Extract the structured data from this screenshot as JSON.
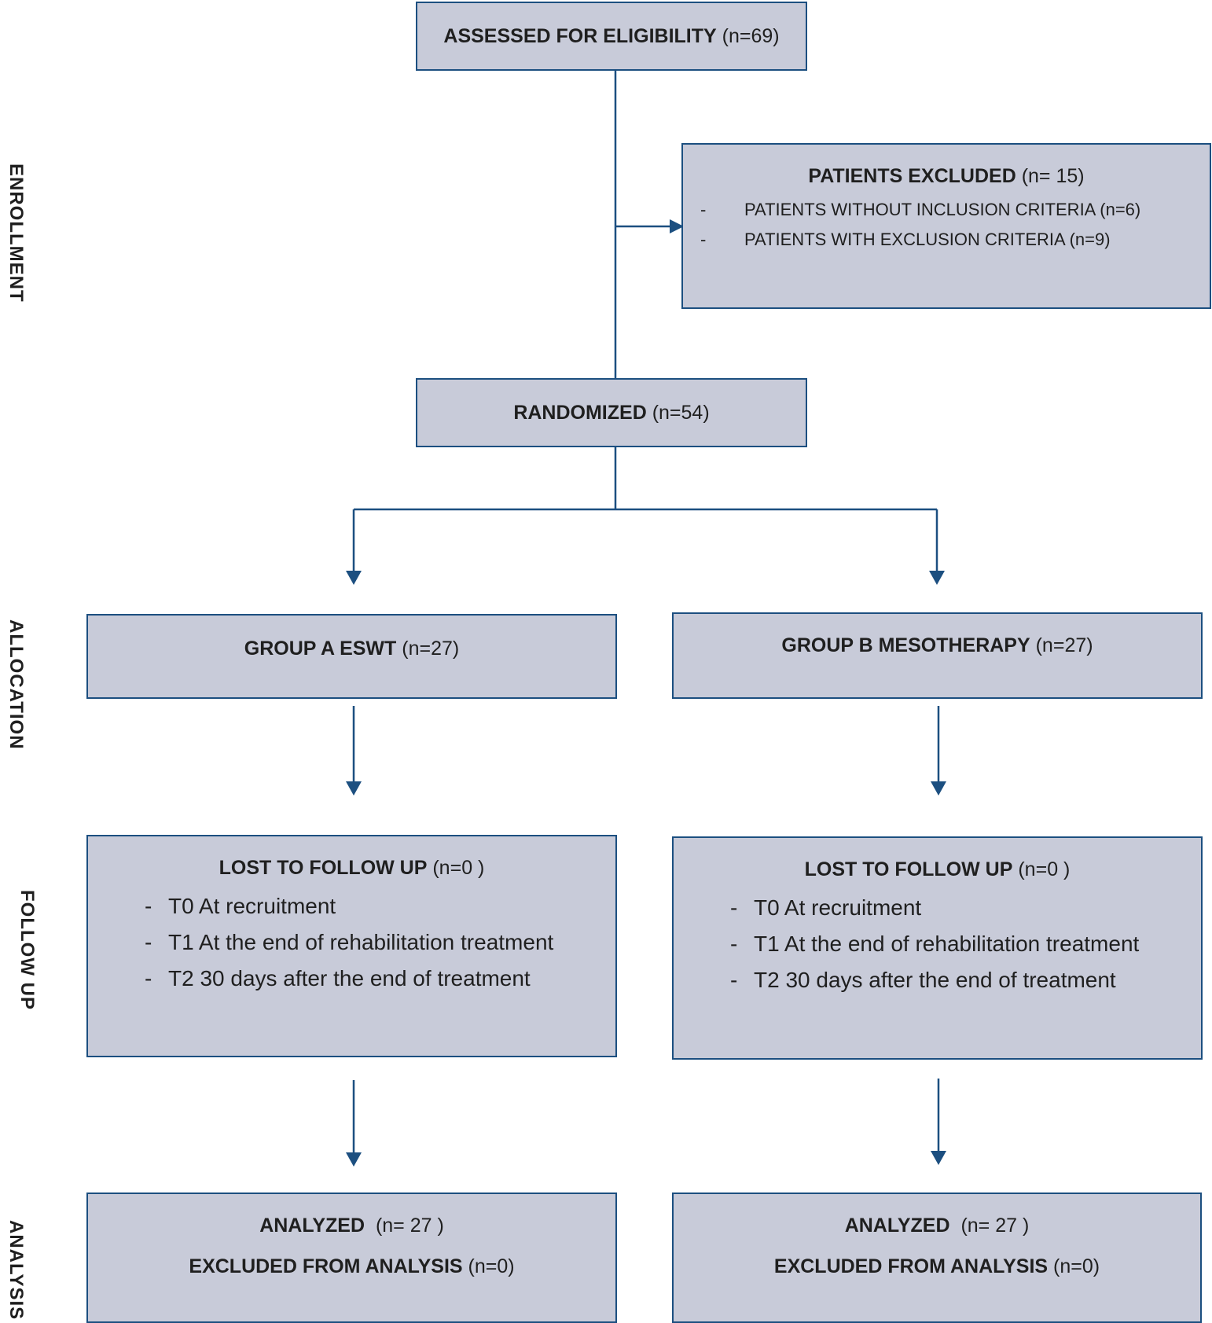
{
  "stages": {
    "enrollment": "ENROLLMENT",
    "allocation": "ALLOCATION",
    "follow_up": "FOLLOW UP",
    "analysis": "ANALYSIS"
  },
  "assessed": {
    "label": "ASSESSED FOR ELIGIBILITY",
    "count": "(n=69)"
  },
  "excluded": {
    "label": "PATIENTS EXCLUDED",
    "count": "(n= 15)",
    "items": [
      {
        "dash": "-",
        "text": "PATIENTS WITHOUT INCLUSION CRITERIA (n=6)"
      },
      {
        "dash": "-",
        "text": "PATIENTS WITH EXCLUSION CRITERIA (n=9)"
      }
    ]
  },
  "randomized": {
    "label": "RANDOMIZED",
    "count": "(n=54)"
  },
  "group_a": {
    "label": "GROUP A ESWT",
    "count": "(n=27)",
    "follow_up": {
      "label": "LOST TO FOLLOW UP",
      "count": "(n=0 )",
      "items": [
        {
          "dash": "-",
          "text": "T0 At recruitment"
        },
        {
          "dash": "-",
          "text": "T1 At the end of rehabilitation treatment"
        },
        {
          "dash": "-",
          "text": "T2 30 days after the end of treatment"
        }
      ]
    },
    "analysis": {
      "analyzed_label": "ANALYZED",
      "analyzed_count": "(n= 27 )",
      "excluded_label": "EXCLUDED FROM ANALYSIS",
      "excluded_count": "(n=0)"
    }
  },
  "group_b": {
    "label": "GROUP B MESOTHERAPY",
    "count": "(n=27)",
    "follow_up": {
      "label": "LOST TO FOLLOW UP",
      "count": "(n=0 )",
      "items": [
        {
          "dash": "-",
          "text": "T0 At recruitment"
        },
        {
          "dash": "-",
          "text": "T1 At the end of rehabilitation treatment"
        },
        {
          "dash": "-",
          "text": "T2 30 days after the end of treatment"
        }
      ]
    },
    "analysis": {
      "analyzed_label": "ANALYZED",
      "analyzed_count": "(n= 27 )",
      "excluded_label": "EXCLUDED FROM ANALYSIS",
      "excluded_count": "(n=0)"
    }
  },
  "colors": {
    "box_fill": "#c8cbd9",
    "border": "#1c4f80",
    "arrow": "#1c4f80"
  }
}
